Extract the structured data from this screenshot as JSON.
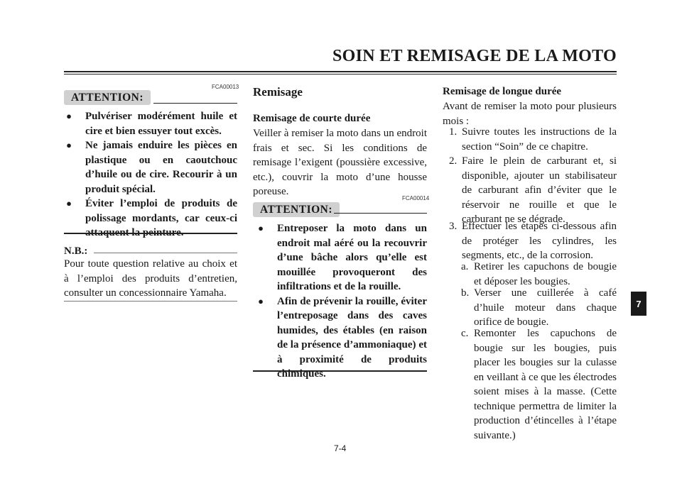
{
  "header": {
    "title": "SOIN ET REMISAGE DE LA MOTO"
  },
  "col1": {
    "code": "FCA00013",
    "attention_label": "ATTENTION:",
    "bullets": [
      "Pulvériser modérément huile et cire et bien essuyer tout excès.",
      "Ne jamais enduire les pièces en plastique ou en caoutchouc d’huile ou de cire. Recourir à un produit spécial.",
      "Éviter l’emploi de produits de polissage mordants, car ceux-ci attaquent la peinture."
    ],
    "nb_label": "N.B.:",
    "nb_text": "Pour toute question relative au choix et à l’emploi des produits d’entretien, consulter un concessionnaire Yamaha."
  },
  "col2": {
    "heading": "Remisage",
    "short_title": "Remisage de courte durée",
    "short_text": "Veiller à remiser la moto dans un endroit frais et sec. Si les conditions de remisage l’exigent (poussière excessive, etc.), couvrir la moto d’une housse poreuse.",
    "code": "FCA00014",
    "attention_label": "ATTENTION:",
    "bullets": [
      "Entreposer la moto dans un endroit mal aéré ou la recouvrir d’une bâche alors qu’elle est mouillée provoqueront des infiltrations et de la rouille.",
      "Afin de prévenir la rouille, éviter l’entreposage dans des caves humides, des étables (en raison de la présence d’ammoniaque) et à proximité de produits chimiques."
    ]
  },
  "col3": {
    "long_title": "Remisage de longue durée",
    "long_intro": "Avant de remiser la moto pour plusieurs mois :",
    "steps": [
      {
        "num": "1.",
        "text": "Suivre toutes les instructions de la section “Soin” de ce chapitre."
      },
      {
        "num": "2.",
        "text": "Faire le plein de carburant et, si disponible, ajouter un stabilisateur de carburant afin d’éviter que le réservoir ne rouille et que le carburant ne se dégrade."
      },
      {
        "num": "3.",
        "text": "Effectuer les étapes ci-dessous afin de protéger les cylindres, les segments, etc., de la corrosion."
      }
    ],
    "substeps": [
      {
        "num": "a.",
        "text": "Retirer les capuchons de bougie et déposer les bougies."
      },
      {
        "num": "b.",
        "text": "Verser une cuillerée à café d’huile moteur dans chaque orifice de bougie."
      },
      {
        "num": "c.",
        "text": "Remonter les capuchons de bougie sur les bougies, puis placer les bougies sur la culasse en veillant à ce que les électrodes soient mises à la masse. (Cette technique permettra de limiter la production d’étincelles à l’étape suivante.)"
      }
    ]
  },
  "footer": {
    "page_number": "7-4",
    "chapter_tab": "7"
  }
}
